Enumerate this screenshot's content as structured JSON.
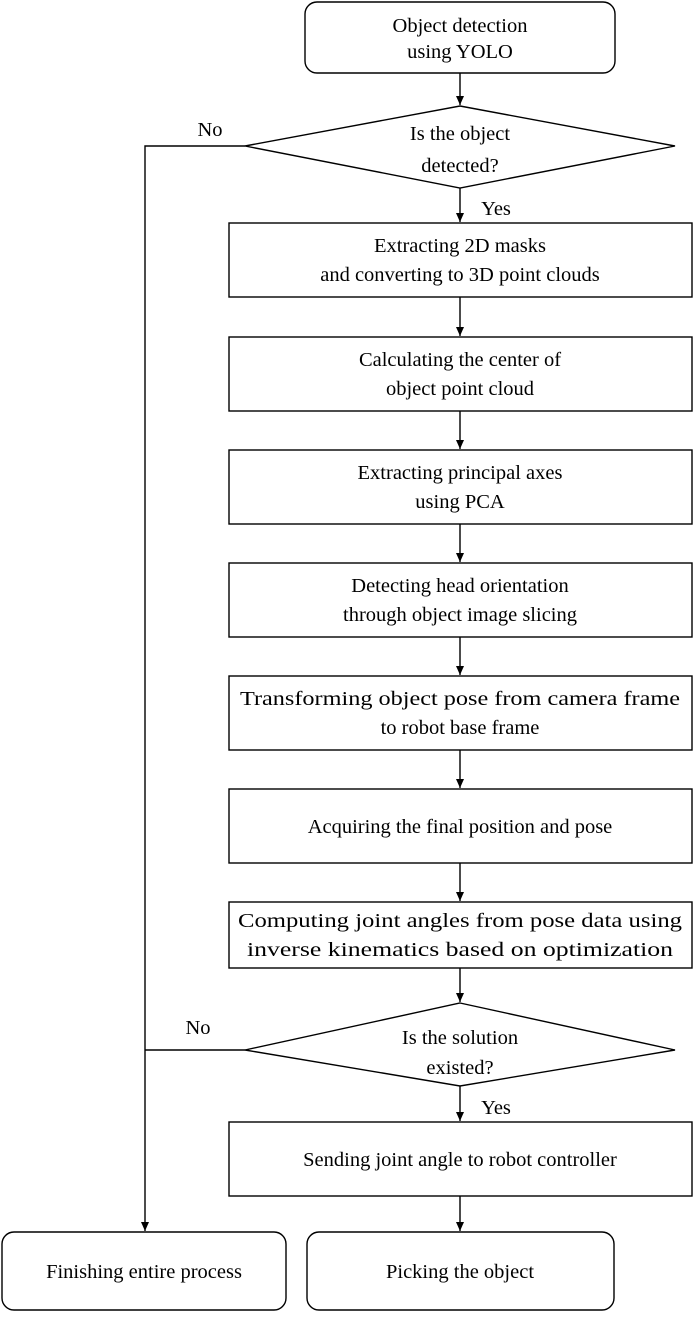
{
  "flowchart": {
    "nodes": {
      "start": {
        "lines": [
          "Object detection",
          "using YOLO"
        ]
      },
      "decision_detected": {
        "lines": [
          "Is the object",
          "detected?"
        ]
      },
      "extract_masks": {
        "lines": [
          "Extracting 2D masks",
          "and converting to 3D point clouds"
        ]
      },
      "calc_center": {
        "lines": [
          "Calculating the center of",
          "object point cloud"
        ]
      },
      "principal_axes": {
        "lines": [
          "Extracting principal axes",
          "using PCA"
        ]
      },
      "head_orientation": {
        "lines": [
          "Detecting head orientation",
          "through object image slicing"
        ]
      },
      "transform_pose": {
        "lines": [
          "Transforming object pose from camera frame",
          "to robot base frame"
        ]
      },
      "final_pose": {
        "lines": [
          "Acquiring the final position and pose"
        ]
      },
      "compute_joints": {
        "lines": [
          "Computing joint angles from pose data using",
          "inverse kinematics  based on optimization"
        ]
      },
      "decision_solution": {
        "lines": [
          "Is the solution",
          "existed?"
        ]
      },
      "send_angles": {
        "lines": [
          "Sending joint angle to robot controller"
        ]
      },
      "finish": {
        "lines": [
          "Finishing entire process"
        ]
      },
      "pick": {
        "lines": [
          "Picking the object"
        ]
      }
    },
    "edges": {
      "detected_yes": "Yes",
      "detected_no": "No",
      "solution_yes": "Yes",
      "solution_no": "No"
    }
  }
}
